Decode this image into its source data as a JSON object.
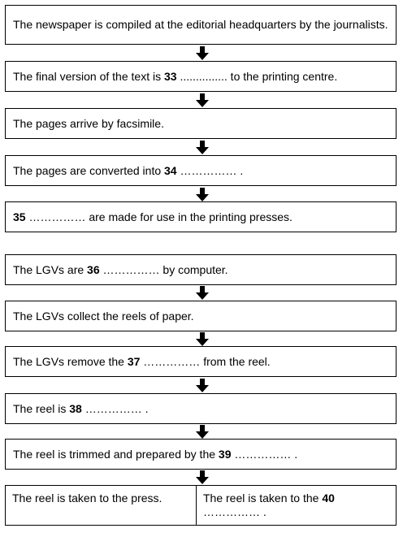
{
  "steps_part1": [
    {
      "pre": "The newspaper is compiled at the editorial headquarters by the journalists.",
      "num": "",
      "post": ""
    },
    {
      "pre": "The final version of the text is ",
      "num": "33",
      "post": " ............... to the printing centre."
    },
    {
      "pre": "The pages arrive by facsimile.",
      "num": "",
      "post": ""
    },
    {
      "pre": "The pages are converted into ",
      "num": "34",
      "post": " …………… ."
    },
    {
      "pre": "",
      "num": "35",
      "post": " …………… are made for use in the printing presses."
    }
  ],
  "steps_part2": [
    {
      "pre": "The LGVs are ",
      "num": "36",
      "post": " …………… by computer."
    },
    {
      "pre": "The LGVs collect the reels of paper.",
      "num": "",
      "post": ""
    },
    {
      "pre": "The LGVs remove the ",
      "num": "37",
      "post": " …………… from the reel."
    },
    {
      "pre": "The reel is ",
      "num": "38",
      "post": " …………… ."
    },
    {
      "pre": "The reel is trimmed and prepared by the ",
      "num": "39",
      "post": " …………… ."
    }
  ],
  "final_split": {
    "left": {
      "pre": "The reel is taken to the press.",
      "num": "",
      "post": ""
    },
    "right": {
      "pre": "The reel is taken to the ",
      "num": "40",
      "post": " …………… ."
    }
  }
}
